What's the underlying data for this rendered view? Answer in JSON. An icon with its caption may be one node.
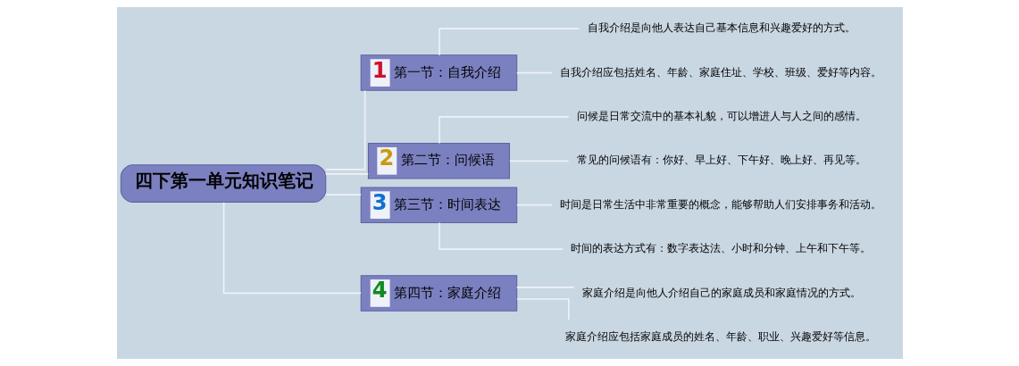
{
  "diagram": {
    "nodes": [
      {
        "text": [
          "四下第一单元知识笔记"
        ]
      },
      {
        "text": [
          "1",
          "第一节：自我介绍"
        ]
      },
      {
        "text": [
          "自我介绍是向他人表达自己基本信息和兴趣爱好的方式。"
        ]
      },
      {
        "text": [
          "自我介绍应包括姓名、年龄、家庭住址、学校、班级、爱好等内容。"
        ]
      },
      {
        "text": [
          "2",
          "第二节：问候语"
        ]
      },
      {
        "text": [
          "问候是日常交流中的基本礼貌，可以增进人与人之间的感情。"
        ]
      },
      {
        "text": [
          "常见的问候语有：你好、早上好、下午好、晚上好、再见等。"
        ]
      },
      {
        "text": [
          "3",
          "第三节：时间表达"
        ]
      },
      {
        "text": [
          "时间是日常生活中非常重要的概念，能够帮助人们安排事务和活动。"
        ]
      },
      {
        "text": [
          "时间的表达方式有：数字表达法、小时和分钟、上午和下午等。"
        ]
      },
      {
        "text": [
          "4",
          "第四节：家庭介绍"
        ]
      },
      {
        "text": [
          "家庭介绍是向他人介绍自己的家庭成员和家庭情况的方式。"
        ]
      },
      {
        "text": [
          "家庭介绍应包括家庭成员的姓名、年龄、职业、兴趣爱好等信息。"
        ]
      }
    ],
    "edges": [
      {
        "from": 0,
        "to": 1,
        "arrow": "none"
      },
      {
        "from": 0,
        "to": 4,
        "arrow": "none"
      },
      {
        "from": 0,
        "to": 7,
        "arrow": "none"
      },
      {
        "from": 0,
        "to": 10,
        "arrow": "none"
      },
      {
        "from": 1,
        "to": 2,
        "arrow": "none"
      },
      {
        "from": 1,
        "to": 3,
        "arrow": "none"
      },
      {
        "from": 4,
        "to": 5,
        "arrow": "none"
      },
      {
        "from": 4,
        "to": 6,
        "arrow": "none"
      },
      {
        "from": 7,
        "to": 8,
        "arrow": "none"
      },
      {
        "from": 7,
        "to": 9,
        "arrow": "none"
      },
      {
        "from": 10,
        "to": 11,
        "arrow": "none"
      },
      {
        "from": 10,
        "to": 12,
        "arrow": "none"
      }
    ]
  }
}
